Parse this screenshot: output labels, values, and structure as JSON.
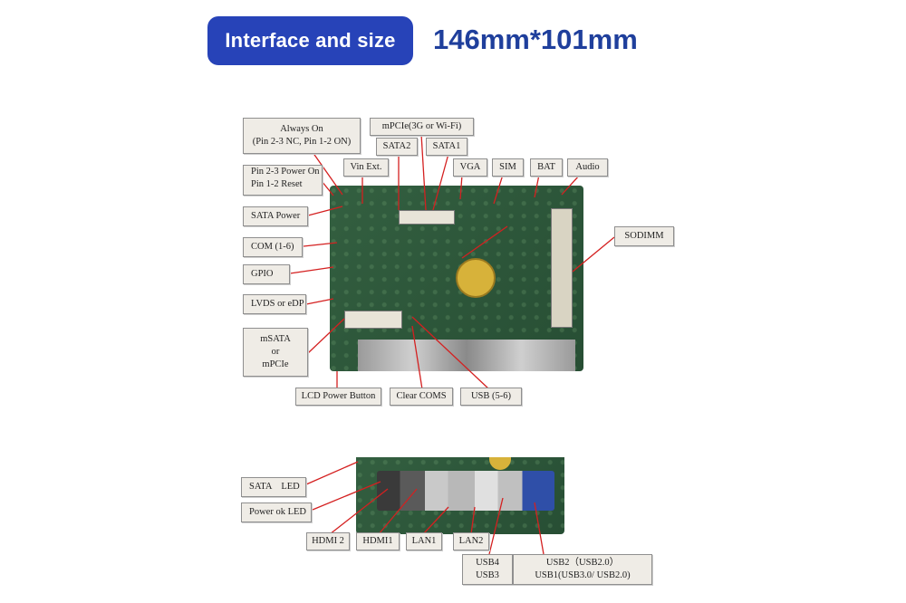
{
  "header": {
    "badge": "Interface and size",
    "dimensions": "146mm*101mm"
  },
  "top_labels": {
    "always_on_1": "Always On",
    "always_on_2": "(Pin 2-3 NC, Pin 1-2 ON)",
    "pin_power_1": "Pin 2-3 Power On",
    "pin_power_2": "Pin 1-2 Reset",
    "sata_power": "SATA Power",
    "com": "COM (1-6)",
    "gpio": "GPIO",
    "lvds": "LVDS or eDP",
    "msata_1": "mSATA",
    "msata_2": "or",
    "msata_3": "mPCIe",
    "vin": "Vin Ext.",
    "mpcie": "mPCIe(3G or Wi-Fi)",
    "sata2": "SATA2",
    "sata1": "SATA1",
    "vga": "VGA",
    "sim": "SIM",
    "bat": "BAT",
    "audio": "Audio",
    "sodimm": "SODIMM",
    "lcd_power": "LCD Power Button",
    "clear_coms": "Clear COMS",
    "usb56": "USB (5-6)"
  },
  "bottom_labels": {
    "sata_led": "SATA    LED",
    "power_led": "Power ok LED",
    "hdmi2": "HDMI 2",
    "hdmi1": "HDMI1",
    "lan1": "LAN1",
    "lan2": "LAN2",
    "usb4": "USB4",
    "usb3": "USB3",
    "usb2": "USB2（USB2.0）",
    "usb1": "USB1(USB3.0/ USB2.0)"
  }
}
